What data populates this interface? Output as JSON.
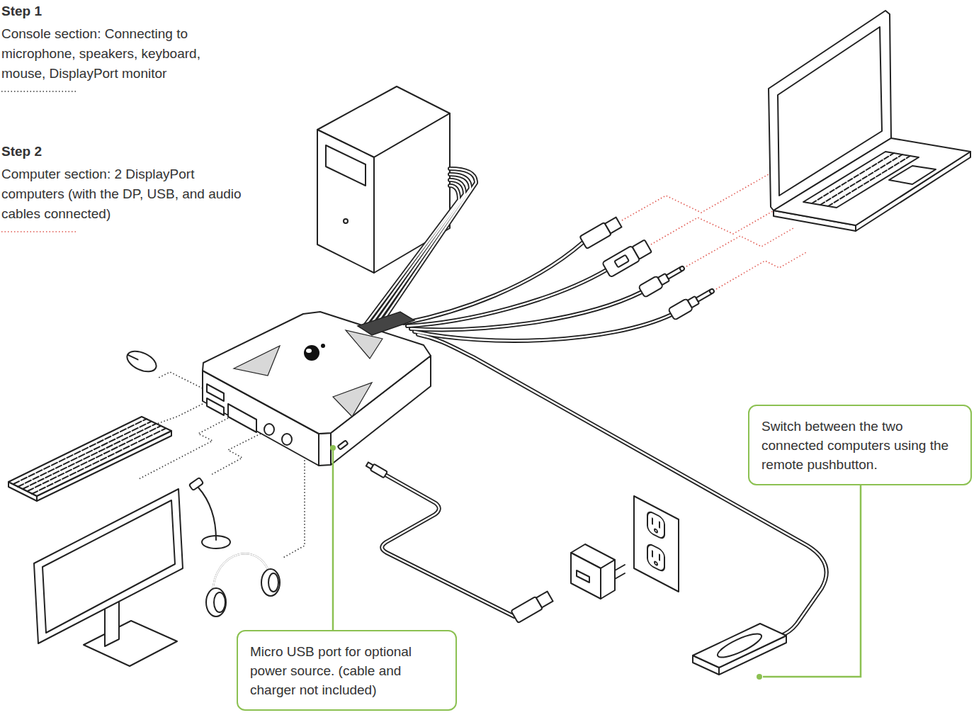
{
  "diagram": {
    "nodes": [
      {
        "text": [
          "Switch between the two connected computers using the remote pushbutton."
        ]
      },
      {
        "text": [
          "Micro USB port for optional power source. (cable and charger not included)"
        ]
      }
    ],
    "labels": [
      "Step 1",
      "Step 2"
    ],
    "legend": [
      {
        "text": "Console section: Connecting to microphone, speakers, keyboard, mouse, DisplayPort monitor"
      },
      {
        "text": "Computer section: 2 DisplayPort computers (with the DP, USB, and audio cables connected)"
      }
    ]
  }
}
